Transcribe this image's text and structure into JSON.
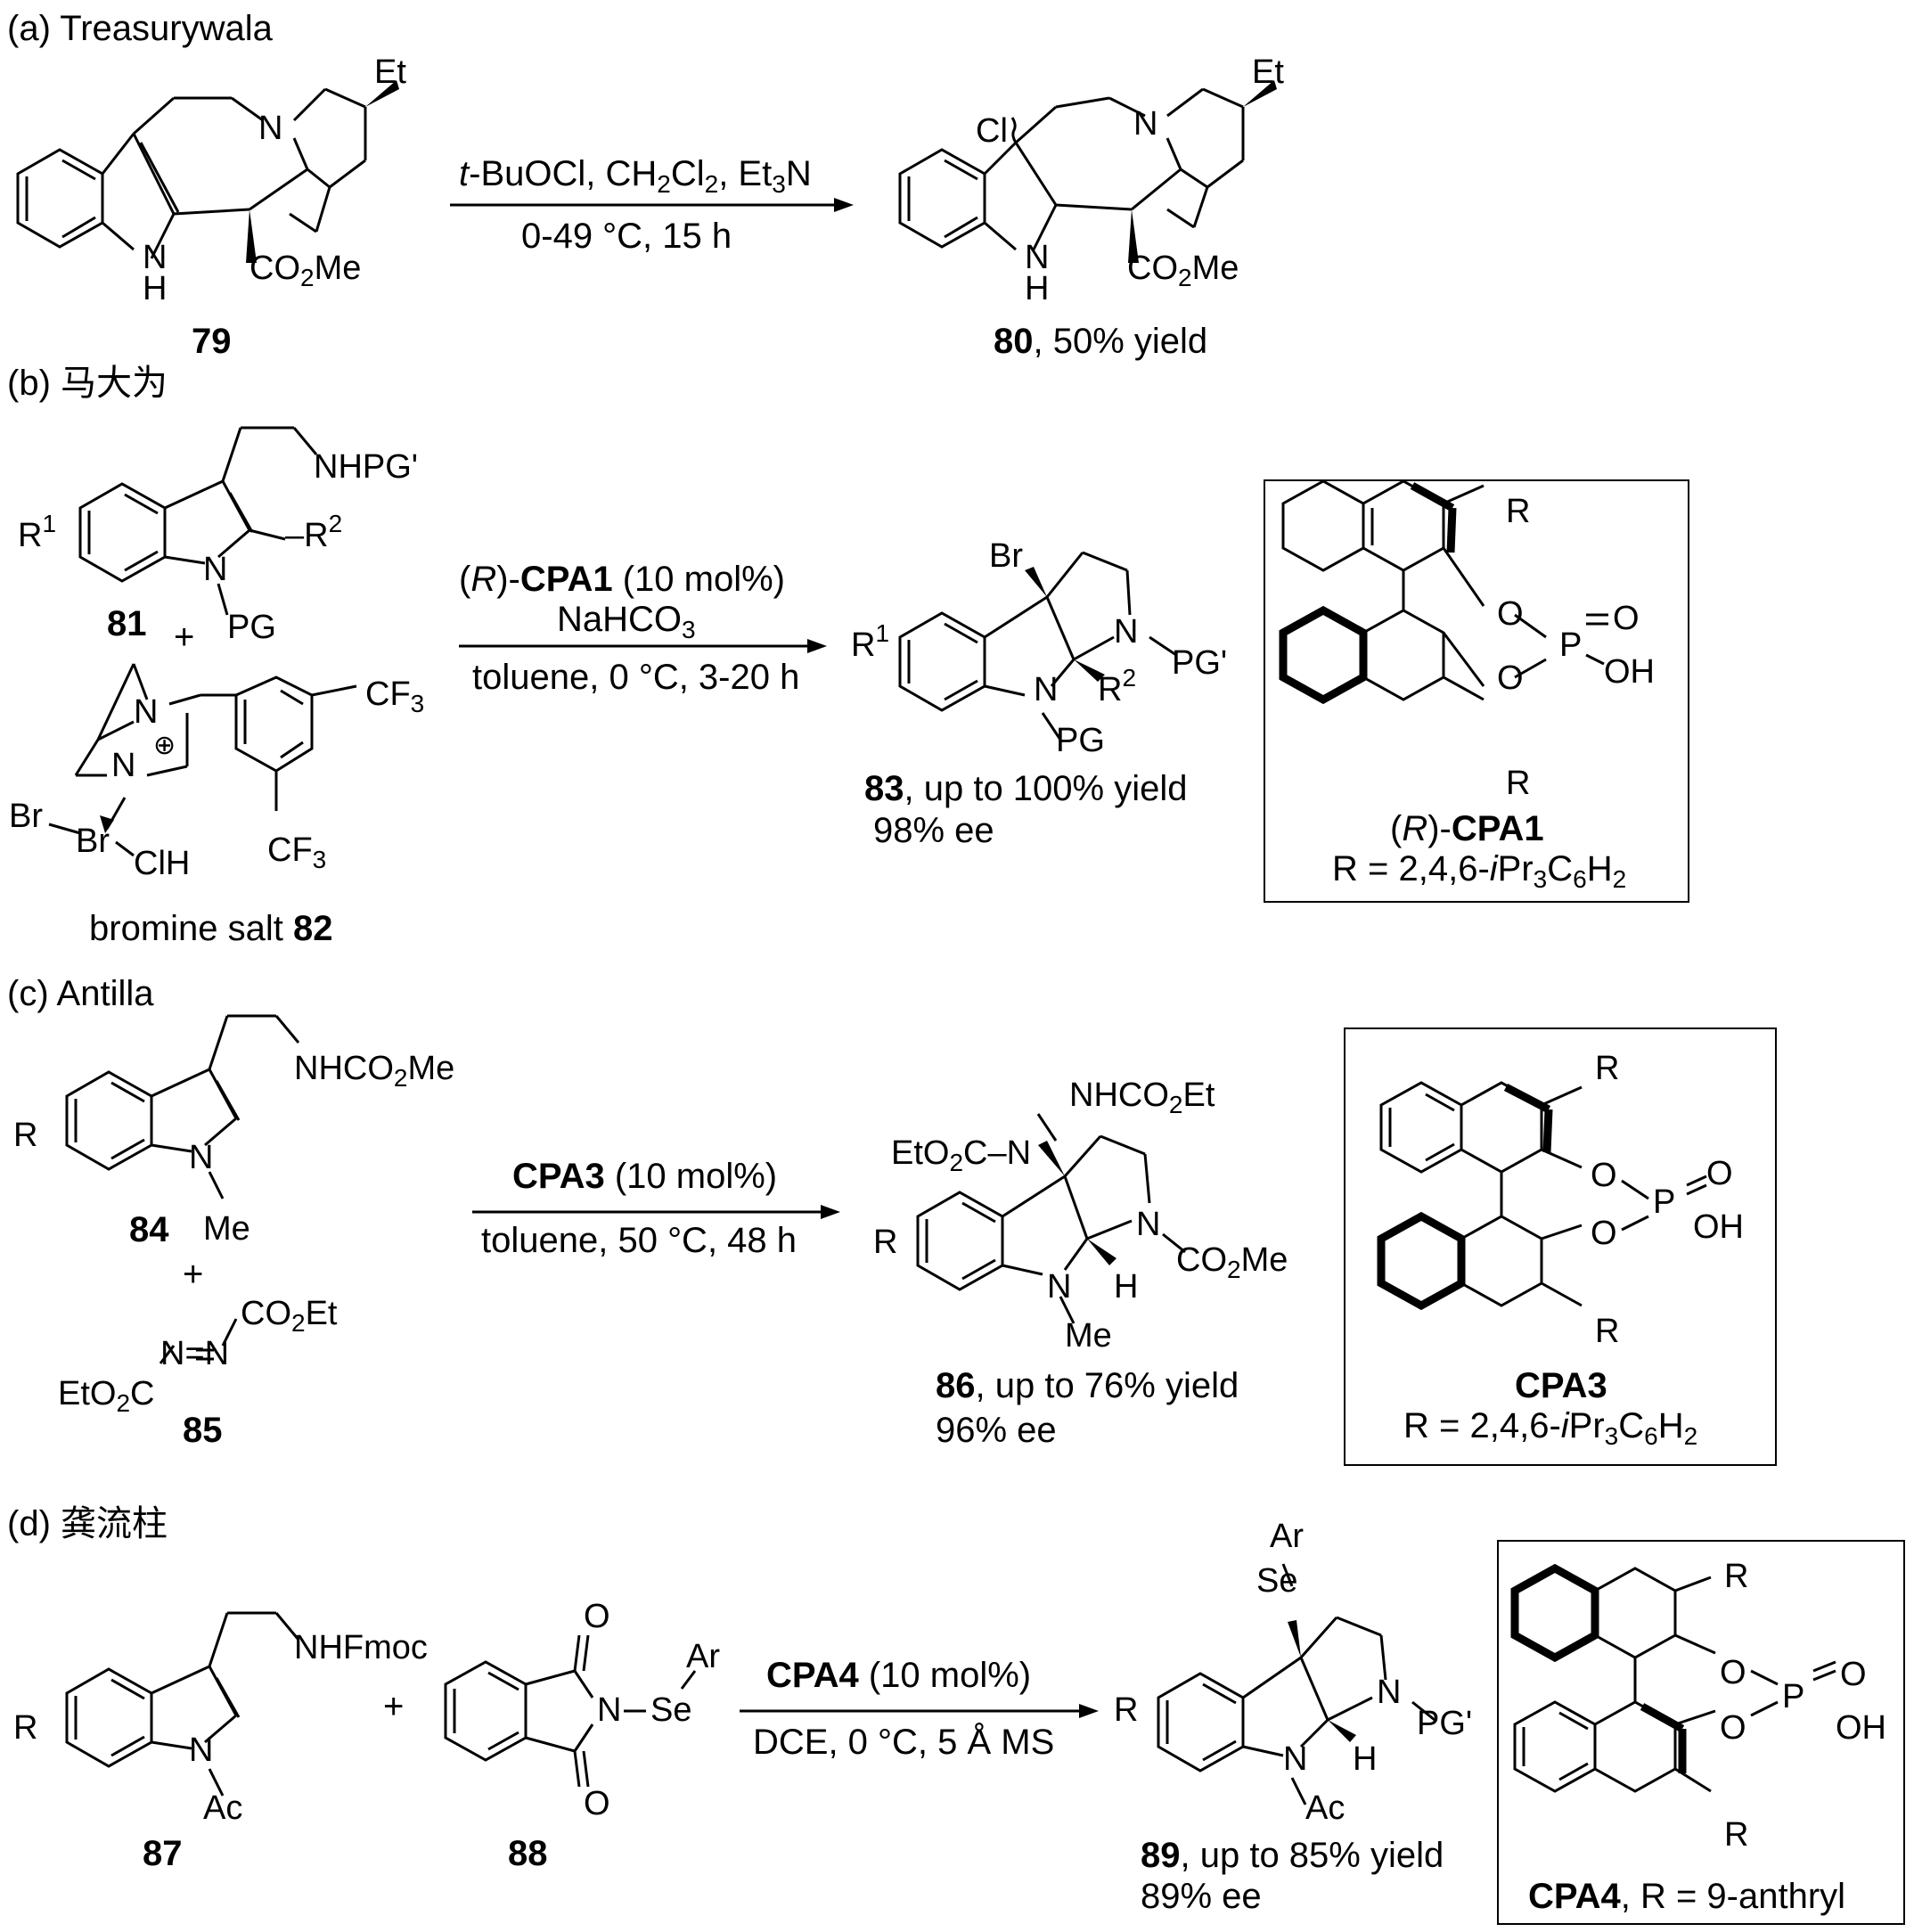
{
  "panels": {
    "a": {
      "label": "(a) Treasurywala",
      "start_compound": "79",
      "product_compound": "80",
      "product_yield": ", 50% yield",
      "reagents": "t-BuOCl, CH2Cl2, Et3N",
      "conditions": "0-49 °C, 15 h",
      "groups": {
        "et": "Et",
        "co2me": "CO2Me",
        "nh": "N",
        "h": "H",
        "n": "N",
        "cl": "Cl"
      }
    },
    "b": {
      "label": "(b) 马大为",
      "indole_compound": "81",
      "salt_compound": "82",
      "salt_label": "bromine salt ",
      "product_compound": "83",
      "product_yield": ", up to 100% yield",
      "product_ee": "98% ee",
      "catalyst_line1": "(R)-CPA1 (10 mol%)",
      "base": "NaHCO3",
      "conditions": "toluene, 0 °C, 3-20 h",
      "catalyst_name": "(R)-CPA1",
      "catalyst_r": "R = 2,4,6-iPr3C6H2",
      "groups": {
        "nhpg": "NHPG'",
        "r1": "R1",
        "r2": "R2",
        "pg": "PG",
        "br": "Br",
        "pg2": "PG'",
        "cf3": "CF3",
        "clh": "ClH",
        "plus": "+"
      }
    },
    "c": {
      "label": "(c) Antilla",
      "indole_compound": "84",
      "azo_compound": "85",
      "product_compound": "86",
      "product_yield": ", up to 76% yield",
      "product_ee": "96% ee",
      "catalyst_line": "CPA3 (10 mol%)",
      "conditions": "toluene, 50 °C, 48 h",
      "catalyst_name": "CPA3",
      "catalyst_r": "R = 2,4,6-iPr3C6H2",
      "groups": {
        "nhco2me": "NHCO2Me",
        "nhco2et": "NHCO2Et",
        "eto2c": "EtO2C",
        "co2et": "CO2Et",
        "me": "Me",
        "r": "R",
        "h": "H",
        "co2me": "CO2Me",
        "plus": "+"
      }
    },
    "d": {
      "label": "(d) 龚流柱",
      "indole_compound": "87",
      "phthalimide_compound": "88",
      "product_compound": "89",
      "product_yield": ", up to 85% yield",
      "product_ee": "89% ee",
      "catalyst_line": "CPA4 (10 mol%)",
      "conditions": "DCE, 0 °C, 5 Å MS",
      "catalyst_name": "CPA4",
      "catalyst_r": ", R = 9-anthryl",
      "groups": {
        "nhfmoc": "NHFmoc",
        "ac": "Ac",
        "ar": "Ar",
        "se": "Se",
        "o": "O",
        "pg": "PG'",
        "r": "R",
        "h": "H",
        "plus": "+",
        "oh": "OH",
        "p": "P"
      }
    }
  }
}
